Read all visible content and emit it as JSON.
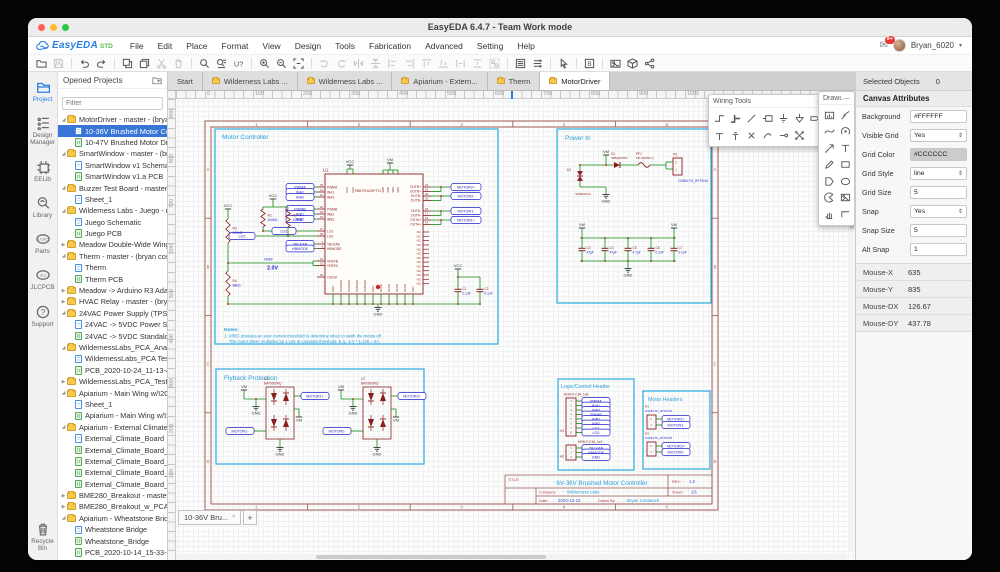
{
  "window": {
    "title": "EasyEDA 6.4.7 - Team Work mode"
  },
  "brand": {
    "name": "EasyEDA",
    "edition": "STD"
  },
  "menus": [
    "File",
    "Edit",
    "Place",
    "Format",
    "View",
    "Design",
    "Tools",
    "Fabrication",
    "Advanced",
    "Setting",
    "Help"
  ],
  "user": {
    "name": "Bryan_6020",
    "badge": "9+",
    "caret": "▾"
  },
  "toolbar": {
    "groups": [
      [
        {
          "name": "open-file",
          "icon": "folder",
          "enabled": true
        },
        {
          "name": "save",
          "icon": "save",
          "enabled": false
        }
      ],
      [
        {
          "name": "undo",
          "icon": "undo",
          "enabled": true
        },
        {
          "name": "redo",
          "icon": "redo",
          "enabled": true
        }
      ],
      [
        {
          "name": "copy",
          "icon": "copy",
          "enabled": true
        },
        {
          "name": "clone",
          "icon": "clone",
          "enabled": true
        },
        {
          "name": "cut",
          "icon": "cut",
          "enabled": false
        },
        {
          "name": "delete",
          "icon": "trash",
          "enabled": false
        }
      ],
      [
        {
          "name": "search",
          "icon": "search",
          "enabled": true
        },
        {
          "name": "find-component",
          "icon": "search-list",
          "enabled": true
        },
        {
          "name": "cross-probe",
          "icon": "uq",
          "enabled": true
        }
      ],
      [
        {
          "name": "zoom-in",
          "icon": "zoom-in",
          "enabled": true
        },
        {
          "name": "zoom-out",
          "icon": "zoom-out",
          "enabled": true
        },
        {
          "name": "zoom-fit",
          "icon": "fit",
          "enabled": true
        }
      ],
      [
        {
          "name": "rotate-ccw",
          "icon": "rotl",
          "enabled": false
        },
        {
          "name": "rotate-cw",
          "icon": "rotr",
          "enabled": false
        },
        {
          "name": "flip-horizontal",
          "icon": "fliph",
          "enabled": false
        },
        {
          "name": "flip-vertical",
          "icon": "flipv",
          "enabled": false
        },
        {
          "name": "align-left",
          "icon": "all",
          "enabled": false
        },
        {
          "name": "align-right",
          "icon": "alr",
          "enabled": false
        },
        {
          "name": "align-top",
          "icon": "alt",
          "enabled": false
        },
        {
          "name": "align-bottom",
          "icon": "alb",
          "enabled": false
        },
        {
          "name": "distribute-horizontal",
          "icon": "dish",
          "enabled": false
        },
        {
          "name": "distribute-vertical",
          "icon": "disv",
          "enabled": false
        },
        {
          "name": "group",
          "icon": "grp",
          "enabled": false
        }
      ],
      [
        {
          "name": "bom",
          "icon": "bom",
          "enabled": true
        },
        {
          "name": "netlist",
          "icon": "netlist",
          "enabled": true
        }
      ],
      [
        {
          "name": "electrical-check",
          "icon": "cursor",
          "enabled": true
        }
      ],
      [
        {
          "name": "symbol-library",
          "icon": "boxedb",
          "enabled": true
        }
      ],
      [
        {
          "name": "screenshot",
          "icon": "photo",
          "enabled": true
        },
        {
          "name": "preview-3d",
          "icon": "package",
          "enabled": true
        },
        {
          "name": "share",
          "icon": "share",
          "enabled": true
        }
      ]
    ]
  },
  "sidebar": {
    "items": [
      {
        "name": "project",
        "label": "Project",
        "icon": "folder-tab",
        "active": true
      },
      {
        "name": "design-manager",
        "label": "Design Manager",
        "icon": "design-list",
        "active": false
      },
      {
        "name": "eelib",
        "label": "EELib",
        "icon": "chip",
        "active": false
      },
      {
        "name": "library",
        "label": "Library",
        "icon": "magnifier",
        "active": false
      },
      {
        "name": "parts",
        "label": "Parts",
        "icon": "oval-badge",
        "active": false,
        "oval_text": "LCSC"
      },
      {
        "name": "jlcpcb",
        "label": "JLCPCB",
        "icon": "oval-badge",
        "active": false,
        "oval_text": "JLC"
      },
      {
        "name": "support",
        "label": "Support",
        "icon": "question",
        "active": false
      }
    ],
    "bottom": {
      "name": "recycle-bin",
      "label": "Recycle Bin",
      "icon": "trash-big"
    }
  },
  "projects_panel": {
    "header": "Opened Projects",
    "filter_placeholder": "Filter",
    "tree": [
      {
        "t": "folder",
        "d": 0,
        "exp": true,
        "label": "MotorDriver - master - (bryan..."
      },
      {
        "t": "sch",
        "d": 1,
        "sel": true,
        "label": "10-36V Brushed Motor Con..."
      },
      {
        "t": "pcb",
        "d": 1,
        "label": "10-47V Brushed Motor Driv..."
      },
      {
        "t": "folder",
        "d": 0,
        "exp": true,
        "label": "SmartWindow - master - (bry..."
      },
      {
        "t": "sch",
        "d": 1,
        "label": "SmartWindow v1 Schemati..."
      },
      {
        "t": "pcb",
        "d": 1,
        "label": "SmartWindow v1.a PCB"
      },
      {
        "t": "folder",
        "d": 0,
        "exp": true,
        "label": "Buzzer Test Board - master -..."
      },
      {
        "t": "sch",
        "d": 1,
        "label": "Sheet_1"
      },
      {
        "t": "folder",
        "d": 0,
        "exp": true,
        "label": "Wilderness Labs - Juego - m..."
      },
      {
        "t": "sch",
        "d": 1,
        "label": "Juego Schematic"
      },
      {
        "t": "pcb",
        "d": 1,
        "label": "Juego PCB"
      },
      {
        "t": "folder",
        "d": 0,
        "exp": false,
        "label": "Meadow Double-Wide Wing..."
      },
      {
        "t": "folder",
        "d": 0,
        "exp": true,
        "label": "Therm - master - (bryan cost..."
      },
      {
        "t": "sch",
        "d": 1,
        "label": "Therm"
      },
      {
        "t": "pcb",
        "d": 1,
        "label": "Therm PCB"
      },
      {
        "t": "folder",
        "d": 0,
        "exp": false,
        "label": "Meadow -> Arduino R3 Adap..."
      },
      {
        "t": "folder",
        "d": 0,
        "exp": false,
        "label": "HVAC Relay - master - (bryan..."
      },
      {
        "t": "folder",
        "d": 0,
        "exp": true,
        "label": "24VAC Power Supply (TPSM..."
      },
      {
        "t": "sch",
        "d": 1,
        "label": "24VAC -> 5VDC Power Sup..."
      },
      {
        "t": "pcb",
        "d": 1,
        "label": "24VAC -> 5VDC Standalon..."
      },
      {
        "t": "folder",
        "d": 0,
        "exp": true,
        "label": "WildernessLabs_PCA_Analo..."
      },
      {
        "t": "sch",
        "d": 1,
        "label": "WildernessLabs_PCA Test"
      },
      {
        "t": "pcb",
        "d": 1,
        "label": "PCB_2020-10-24_11-13-42..."
      },
      {
        "t": "folder",
        "d": 0,
        "exp": false,
        "label": "WildernessLabs_PCA_Test_..."
      },
      {
        "t": "folder",
        "d": 0,
        "exp": true,
        "label": "Apiarium - Main Wing w/I2C ..."
      },
      {
        "t": "sch",
        "d": 1,
        "label": "Sheet_1"
      },
      {
        "t": "pcb",
        "d": 1,
        "label": "Apiarium - Main Wing w/I2C..."
      },
      {
        "t": "folder",
        "d": 0,
        "exp": true,
        "label": "Apiarium - External Climate B..."
      },
      {
        "t": "sch",
        "d": 1,
        "label": "External_Climate_Board"
      },
      {
        "t": "pcb",
        "d": 1,
        "label": "External_Climate_Board_P..."
      },
      {
        "t": "pcb",
        "d": 1,
        "label": "External_Climate_Board_P..."
      },
      {
        "t": "pcb",
        "d": 1,
        "label": "External_Climate_Board_P..."
      },
      {
        "t": "pcb",
        "d": 1,
        "label": "External_Climate_Board_P..."
      },
      {
        "t": "folder",
        "d": 0,
        "exp": false,
        "label": "BME280_Breakout - master -..."
      },
      {
        "t": "folder",
        "d": 0,
        "exp": false,
        "label": "BME280_Breakout_w_PCA9..."
      },
      {
        "t": "folder",
        "d": 0,
        "exp": true,
        "label": "Apiarium - Wheatstone Bridg..."
      },
      {
        "t": "sch",
        "d": 1,
        "label": "Wheatstone Bridge"
      },
      {
        "t": "pcb",
        "d": 1,
        "label": "Wheatstone_Bridge"
      },
      {
        "t": "pcb",
        "d": 1,
        "label": "PCB_2020-10-14_15-33-18..."
      }
    ]
  },
  "tabs": [
    {
      "label": "Start",
      "icon": false,
      "active": false
    },
    {
      "label": "Wilderness Labs ...",
      "icon": true,
      "active": false
    },
    {
      "label": "Wilderness Labs ...",
      "icon": true,
      "active": false
    },
    {
      "label": "Apiarium - Extern...",
      "icon": true,
      "active": false
    },
    {
      "label": "Therm",
      "icon": true,
      "active": false
    },
    {
      "label": "MotorDriver",
      "icon": true,
      "active": true
    }
  ],
  "sheet_tab": {
    "label": "10-36V Bru...",
    "collapse": "^",
    "add": "+"
  },
  "palettes": {
    "wiring": {
      "title": "Wiring Tools",
      "min": "—",
      "icons": [
        {
          "name": "wire",
          "icon": "w-wire"
        },
        {
          "name": "bus",
          "icon": "w-bus"
        },
        {
          "name": "bus-entry",
          "icon": "w-busentry"
        },
        {
          "name": "net-label",
          "icon": "w-netlabel"
        },
        {
          "name": "ground-flag",
          "icon": "w-gnd"
        },
        {
          "name": "signal-ground-flag",
          "icon": "w-sgnd"
        },
        {
          "name": "net-port",
          "icon": "w-port"
        },
        {
          "name": "vcc-flag",
          "icon": "w-vcc"
        },
        {
          "name": "power-flag",
          "icon": "w-pwr"
        },
        {
          "name": "no-connect-flag",
          "icon": "w-nc"
        },
        {
          "name": "free-wire",
          "icon": "w-free"
        },
        {
          "name": "pin",
          "icon": "w-pin"
        },
        {
          "name": "net-highlight",
          "icon": "w-mess"
        }
      ]
    },
    "drawing": {
      "title": "Drawi...",
      "min": "—",
      "icons": [
        {
          "name": "canvas-chart",
          "icon": "d-chart"
        },
        {
          "name": "polyline",
          "icon": "d-poly"
        },
        {
          "name": "bezier",
          "icon": "d-bez"
        },
        {
          "name": "arc",
          "icon": "d-arc"
        },
        {
          "name": "arrow",
          "icon": "d-arrow"
        },
        {
          "name": "text",
          "icon": "d-text"
        },
        {
          "name": "pencil",
          "icon": "d-pencil"
        },
        {
          "name": "rectangle",
          "icon": "d-rect"
        },
        {
          "name": "polygon",
          "icon": "d-polygon"
        },
        {
          "name": "ellipse",
          "icon": "d-ellipse"
        },
        {
          "name": "pie",
          "icon": "d-pie"
        },
        {
          "name": "image",
          "icon": "d-image"
        },
        {
          "name": "drag",
          "icon": "d-drag"
        },
        {
          "name": "line",
          "icon": "d-line"
        }
      ]
    }
  },
  "right_panel": {
    "selected_objects": {
      "label": "Selected Objects",
      "value": "0"
    },
    "canvas_attributes": {
      "title": "Canvas Attributes",
      "rows": [
        {
          "label": "Background",
          "value": "#FFFFFF",
          "type": "input"
        },
        {
          "label": "Visible Grid",
          "value": "Yes",
          "type": "select"
        },
        {
          "label": "Grid Color",
          "value": "#CCCCCC",
          "type": "swatch"
        },
        {
          "label": "Grid Style",
          "value": "line",
          "type": "select"
        },
        {
          "label": "Grid Size",
          "value": "5",
          "type": "input"
        },
        {
          "label": "Snap",
          "value": "Yes",
          "type": "select"
        },
        {
          "label": "Snap Size",
          "value": "5",
          "type": "input"
        },
        {
          "label": "Alt Snap",
          "value": "1",
          "type": "input"
        }
      ]
    },
    "mouse_rows": [
      {
        "label": "Mouse-X",
        "value": "635"
      },
      {
        "label": "Mouse-Y",
        "value": "835"
      },
      {
        "label": "Mouse-DX",
        "value": "126.67"
      },
      {
        "label": "Mouse-DY",
        "value": "437.78"
      }
    ]
  },
  "rulers": {
    "h": [
      "0",
      "100",
      "200",
      "300",
      "400",
      "500",
      "600",
      "700",
      "800",
      "900",
      "1000"
    ],
    "v": [
      "900",
      "800",
      "700",
      "600",
      "500",
      "400",
      "300",
      "200",
      "100"
    ]
  },
  "schematic": {
    "frame": {
      "cols": [
        "1",
        "2",
        "3",
        "4",
        "5"
      ],
      "rows": [
        "A",
        "B",
        "C",
        "D"
      ]
    },
    "power": {
      "vcc": "VCC",
      "vm": "VM",
      "gnd": "GND"
    },
    "blocks": {
      "motor_controller": "Motor Controller",
      "power_in": "Power In",
      "flyback": "Flyback Protection",
      "logic_header": "Logic/Control Header",
      "motor_headers": "Motor Headers"
    },
    "mc": {
      "ref": "U1",
      "part": "TB67H420FTG",
      "left_pins": [
        {
          "net": "PWMA",
          "num": "39",
          "pin": "PWMA"
        },
        {
          "net": "INA1",
          "num": "41",
          "pin": "INA1"
        },
        {
          "net": "INA2",
          "num": "42",
          "pin": "INA2"
        },
        {
          "net": "PWMB",
          "num": "40",
          "pin": "PWMB"
        },
        {
          "net": "INB1",
          "num": "43",
          "pin": "INB1"
        },
        {
          "net": "INB2",
          "num": "44",
          "pin": "INB2"
        },
        {
          "net": "LO1",
          "num": "47",
          "pin": "LO1"
        },
        {
          "net": "LO2",
          "num": "46",
          "pin": "LO2"
        },
        {
          "net": "TBLKAB",
          "num": "1",
          "pin": "TBLKAB"
        },
        {
          "net": "HBMODE",
          "num": "2",
          "pin": "HBMODE"
        },
        {
          "net": "",
          "num": "31",
          "pin": "VREFB"
        },
        {
          "net": "",
          "num": "32",
          "pin": "VREFA"
        },
        {
          "net": "",
          "num": "35",
          "pin": "OSCM"
        }
      ],
      "top_pins_vcc": [
        "VCC",
        "VCC"
      ],
      "top_pins_vm": [
        "VBB",
        "VBB",
        "VBA",
        "VBA"
      ],
      "right_pins": [
        {
          "pin": "OUTB+",
          "num": "24",
          "net": "MOTOR2+"
        },
        {
          "pin": "OUTB+",
          "num": "23",
          "net": ""
        },
        {
          "pin": "OUTB-",
          "num": "26",
          "net": "MOTOR2-"
        },
        {
          "pin": "OUTB-",
          "num": "25",
          "net": ""
        },
        {
          "pin": "OUTA-",
          "num": "18",
          "net": "MOTOR1-"
        },
        {
          "pin": "OUTA-",
          "num": "17",
          "net": ""
        },
        {
          "pin": "OUTA+",
          "num": "15",
          "net": "MOTOR1+"
        },
        {
          "pin": "OUTA+",
          "num": "14",
          "net": ""
        }
      ],
      "nc_label": "NC",
      "nc_count": 13,
      "bottom_pins": [
        "GND",
        "RSAGND",
        "RSAGND",
        "RSBGND",
        "RSBGND",
        "GND",
        "GPAD",
        "GPAD",
        "GPAD",
        "GPAD",
        "PAD"
      ],
      "r1": {
        "ref": "R1",
        "val": "100kΩ"
      },
      "r2": {
        "ref": "R2",
        "val": "100kΩ"
      },
      "r3": {
        "ref": "R3",
        "val": "100kΩ"
      },
      "r4": {
        "ref": "R4",
        "val": "68kΩ"
      },
      "c1": {
        "ref": "C1",
        "val": "0.1uF"
      },
      "c2": {
        "ref": "C2",
        "val": "0.1uF"
      },
      "vref_label": "VREF",
      "vref_val": "2.0V"
    },
    "pi": {
      "d1_ref": "D1",
      "d1_val": "30BQ060TR",
      "pf1_ref": "PF1",
      "pf1_val": "MF-SM200-2",
      "p3_ref": "P3",
      "p3_val": "CONN-TH_2P-P5.00",
      "d2_ref": "D2",
      "d2_val": "SMBJ30CA",
      "pins": [
        "2",
        "1"
      ],
      "caps": [
        {
          "ref": "C3",
          "val": "47µF"
        },
        {
          "ref": "C4",
          "val": "47µF"
        },
        {
          "ref": "C5",
          "val": "4.7µF"
        },
        {
          "ref": "C6",
          "val": "0.1uF"
        },
        {
          "ref": "C7",
          "val": "0.1uF"
        }
      ]
    },
    "fb": {
      "u3_ref": "U3",
      "u3_val": "BAV99DWQ",
      "u7_ref": "U7",
      "u7_val": "BAV99DWQ",
      "u3_nets": {
        "pos": "MOTOR1+",
        "neg": "MOTOR1-"
      },
      "u7_nets": {
        "pos": "MOTOR2+",
        "neg": "MOTOR2-"
      }
    },
    "lh": {
      "h1_part": "HDR-F-2.54_1x8",
      "h1_ref": "H1",
      "h1_nums": [
        "1",
        "2",
        "3",
        "4",
        "5",
        "6",
        "7",
        "8"
      ],
      "h1_nets": [
        "PWMA",
        "INA1",
        "INA2",
        "PWMB",
        "INB1",
        "INB2",
        "LO1",
        "LO2"
      ],
      "h2_part": "HDR-F-2.54_1x3",
      "h2_ref": "H2",
      "h2_nums": [
        "3",
        "2",
        "1"
      ],
      "h2_nets": [
        "TBLKAB",
        "HBMODE",
        "GND"
      ]
    },
    "mh": {
      "p1_ref": "P1",
      "p1_val": "CONN-TH_2P-P5.00",
      "p1_nets": [
        "MOTOR1+",
        "MOTOR1-"
      ],
      "p2_ref": "P2",
      "p2_val": "CONN-TH_2P-P5.00",
      "p2_nets": [
        "MOTOR2+",
        "MOTOR2-"
      ],
      "pins": [
        "2",
        "1"
      ]
    },
    "notes": {
      "head": "Notes:",
      "line1": "1. VREF provides an over current threshold to determine when to swith the motos off.",
      "line2": "The motor driver multiplies by 1.125 to calculate threshold. E.g.; 2.V * 1.125 = 2A."
    },
    "tb": {
      "title_label": "TITLE:",
      "title": "6V-36V Brushed Motor Controller",
      "rev_label": "REV:",
      "rev": "1.0",
      "company_label": "Company:",
      "company": "Wilderness Labs",
      "sheet_label": "Sheet:",
      "sheet": "1/1",
      "date_label": "Date:",
      "date": "2020-12-10",
      "drawn_label": "Drawn By:",
      "drawn": "Bryan Costanich"
    }
  }
}
